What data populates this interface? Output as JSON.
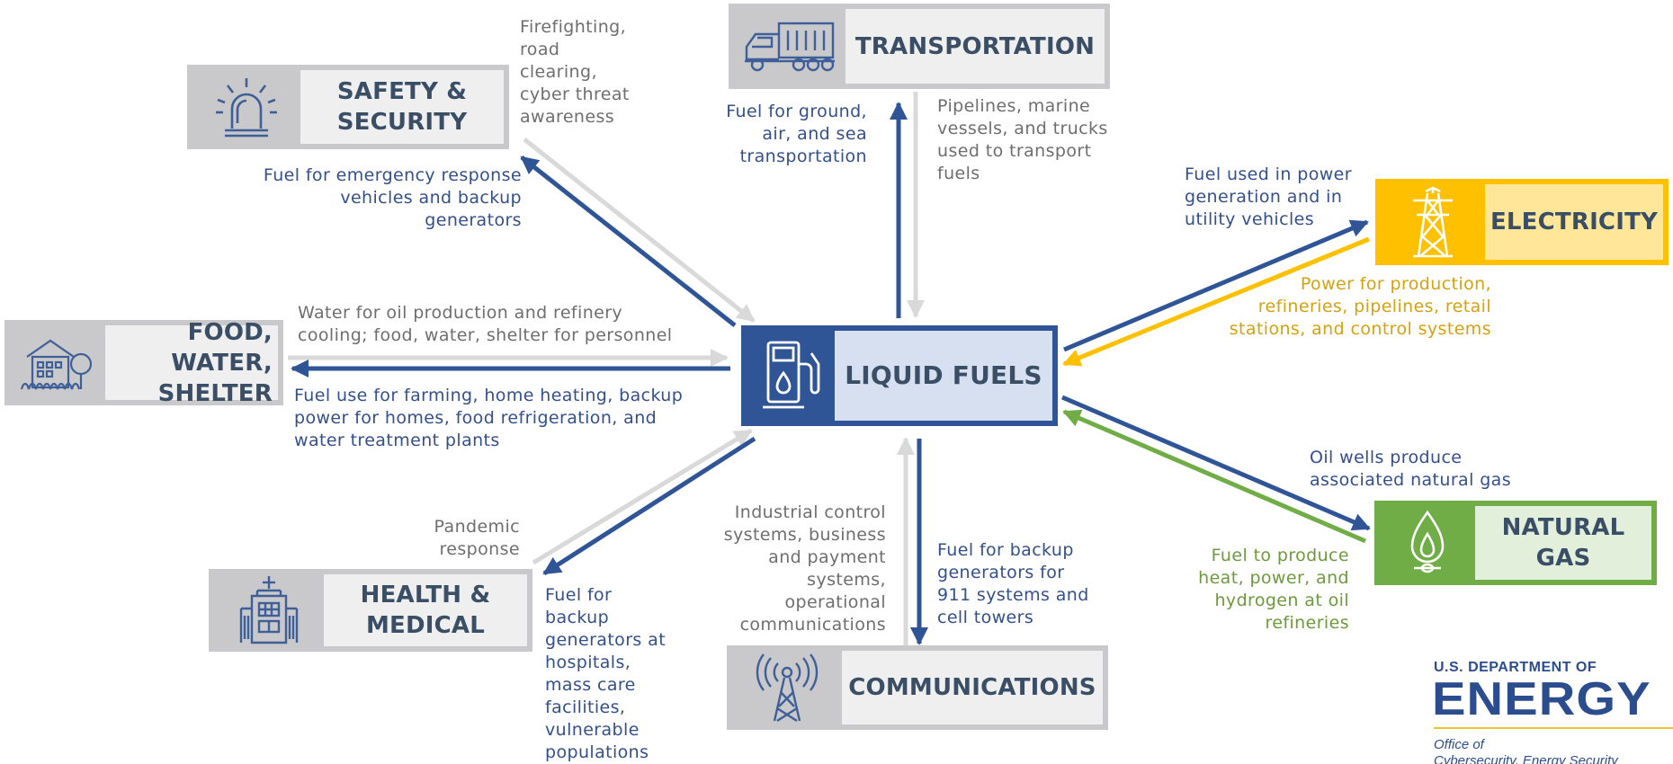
{
  "sectors": {
    "safety": "SAFETY &\nSECURITY",
    "transportation": "TRANSPORTATION",
    "electricity": "ELECTRICITY",
    "food": "FOOD, WATER,\nSHELTER",
    "liquid_fuels": "LIQUID FUELS",
    "natural_gas": "NATURAL\nGAS",
    "health": "HEALTH &\nMEDICAL",
    "communications": "COMMUNICATIONS"
  },
  "flows": {
    "safety_in": "Firefighting,\nroad\nclearing,\ncyber threat\nawareness",
    "safety_out": "Fuel for emergency response\nvehicles and backup\ngenerators",
    "transport_out": "Fuel for ground,\nair, and sea\ntransportation",
    "transport_in": "Pipelines, marine\nvessels, and trucks\nused to transport\nfuels",
    "electricity_out": "Fuel used in power\ngeneration and in\nutility vehicles",
    "electricity_in": "Power for production,\nrefineries, pipelines, retail\nstations, and control systems",
    "food_in": "Water for oil production and refinery\ncooling; food, water, shelter for personnel",
    "food_out": "Fuel use for farming, home heating, backup\npower for homes, food refrigeration, and\nwater treatment plants",
    "natgas_out": "Oil wells produce\nassociated natural gas",
    "natgas_in": "Fuel to produce\nheat, power, and\nhydrogen at oil\nrefineries",
    "health_in": "Pandemic\nresponse",
    "health_out": "Fuel for\nbackup\ngenerators at\nhospitals,\nmass care\nfacilities,\nvulnerable\npopulations",
    "comms_in": "Industrial control\nsystems, business\nand payment\nsystems,\noperational\ncommunications",
    "comms_out": "Fuel for backup\ngenerators for\n911 systems and\ncell towers"
  },
  "logo": {
    "line1": "U.S. DEPARTMENT OF",
    "line2": "ENERGY",
    "line3": "Office of",
    "line4": "Cybersecurity, Energy Security"
  },
  "colors": {
    "blue": "#2f5597",
    "gray_arrow": "#d9d9d9",
    "yellow": "#ffc000",
    "green": "#70ad47",
    "box_gray": "#c9c8ca"
  }
}
